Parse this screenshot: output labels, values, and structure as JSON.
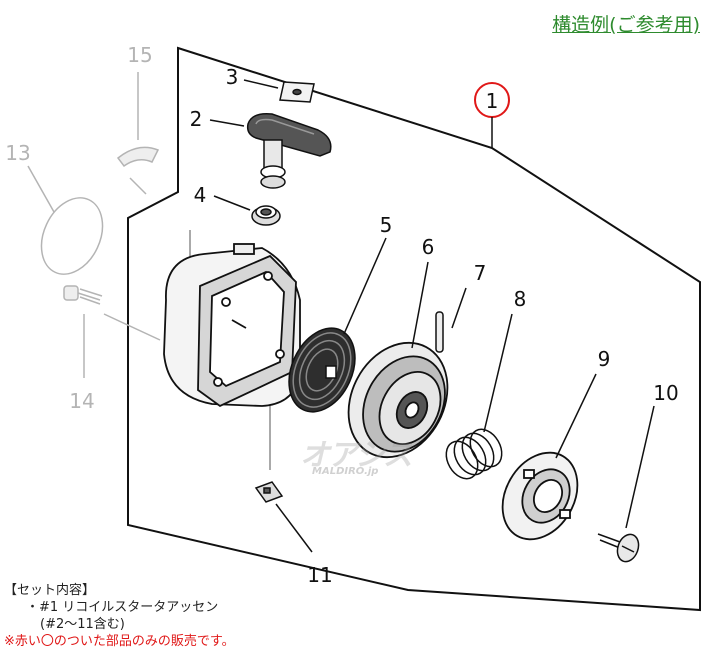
{
  "header": {
    "caption": "構造例(ご参考用)"
  },
  "callouts": {
    "c1": "1",
    "c2": "2",
    "c3": "3",
    "c4": "4",
    "c5": "5",
    "c6": "6",
    "c7": "7",
    "c8": "8",
    "c9": "9",
    "c10": "10",
    "c11": "11",
    "c13": "13",
    "c14": "14",
    "c15": "15"
  },
  "watermark": {
    "brand": "オアシス",
    "site": "MALDIRO.jp"
  },
  "notes": {
    "heading": "【セット内容】",
    "item": "・#1 リコイルスタータアッセン",
    "item_detail": "(#2～11含む)",
    "warning": "※赤い〇のついた部品のみの販売です。"
  },
  "colors": {
    "highlight": "#e01818",
    "caption": "#2e8b2e",
    "line": "#111111",
    "faded": "#b4b4b4"
  }
}
